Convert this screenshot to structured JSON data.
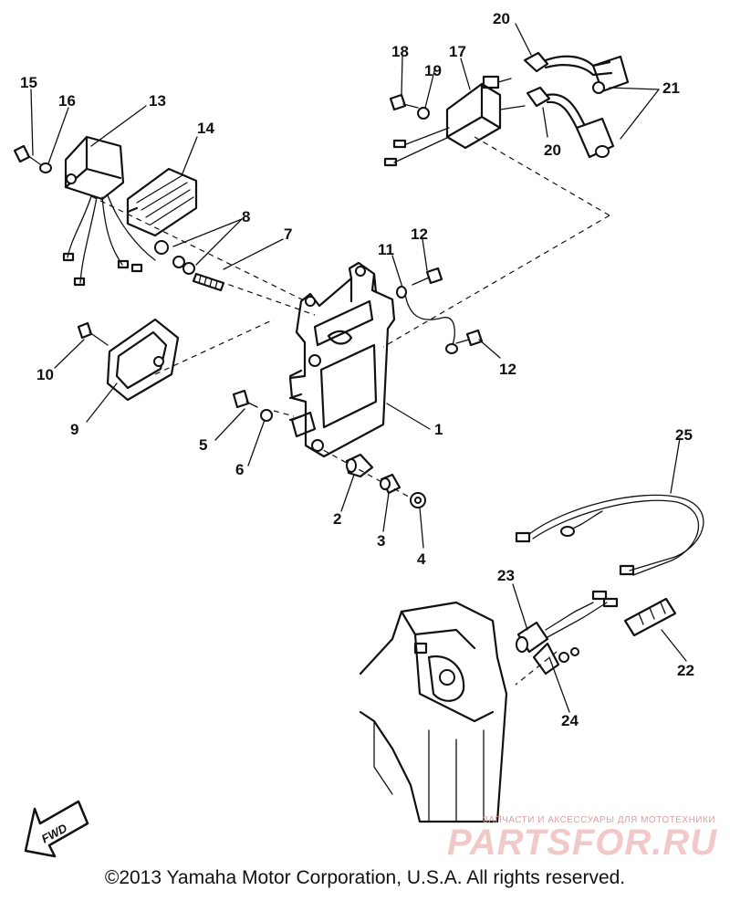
{
  "diagram": {
    "callouts": [
      "1",
      "2",
      "3",
      "4",
      "5",
      "6",
      "7",
      "8",
      "9",
      "10",
      "11",
      "12",
      "12",
      "13",
      "14",
      "15",
      "16",
      "17",
      "18",
      "19",
      "20",
      "20",
      "21",
      "22",
      "23",
      "24",
      "25"
    ],
    "fwd_marker": "FWD",
    "watermark": {
      "tagline": "ЗАПЧАСТИ И АКСЕССУАРЫ ДЛЯ МОТОТЕХНИКИ",
      "logo": "PARTSFOR.RU"
    },
    "copyright": "©2013 Yamaha Motor Corporation, U.S.A. All rights reserved."
  }
}
